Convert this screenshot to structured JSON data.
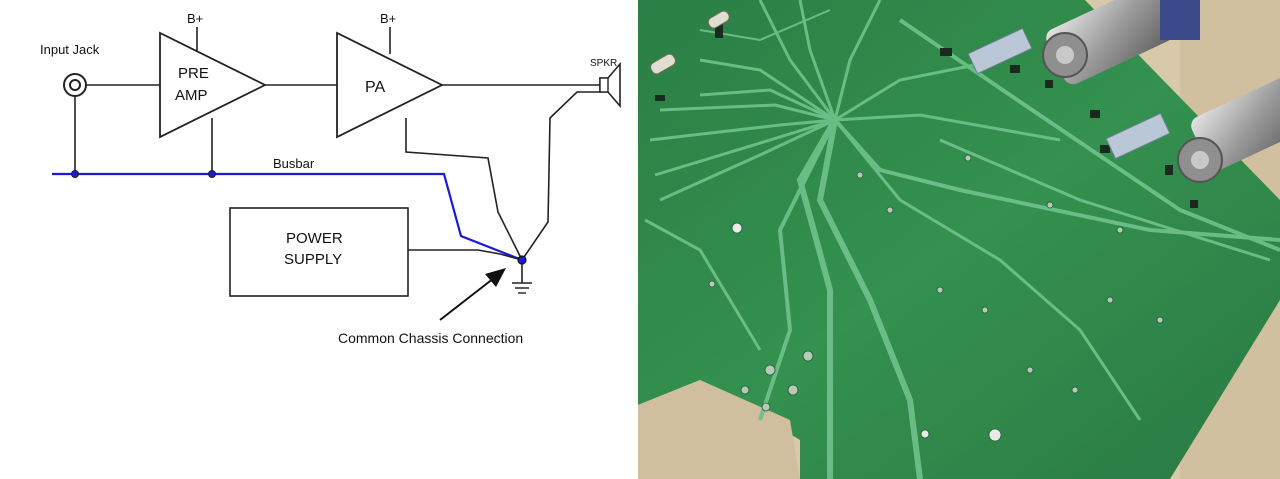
{
  "schematic": {
    "input_jack_label": "Input Jack",
    "preamp_supply_label": "B+",
    "preamp_label_line1": "PRE",
    "preamp_label_line2": "AMP",
    "pa_supply_label": "B+",
    "pa_label": "PA",
    "speaker_label": "SPKR",
    "busbar_label": "Busbar",
    "power_supply_line1": "POWER",
    "power_supply_line2": "SUPPLY",
    "common_connection_label": "Common Chassis Connection",
    "colors": {
      "busbar": "#1a1ad8",
      "wire": "#222222"
    }
  },
  "photo": {
    "subject": "green printed circuit board with copper traces and potentiometers",
    "colors": {
      "board": "#2f8a4c",
      "trace": "#6cc088",
      "background": "#d8c9ab"
    }
  }
}
